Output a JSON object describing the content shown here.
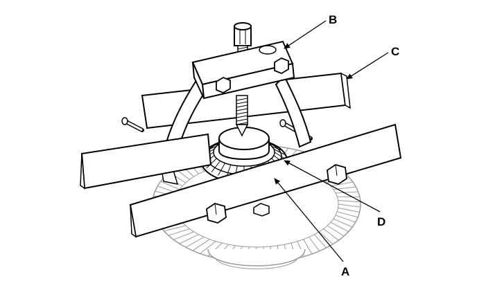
{
  "diagram": {
    "callouts": {
      "a": "A",
      "b": "B",
      "c": "C",
      "d": "D"
    }
  },
  "colors": {
    "ink": "#000000",
    "paper": "#ffffff",
    "gear_hatch": "#9a9a9a"
  }
}
